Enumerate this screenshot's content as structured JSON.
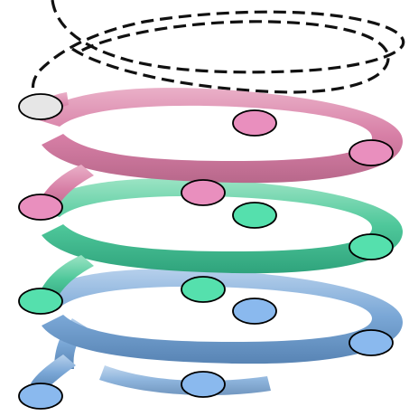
{
  "diagram": {
    "kind": "stacked-helix-coils",
    "coils": [
      {
        "name": "pink",
        "color": "#d77fa6",
        "color_dark": "#b8688b",
        "color_light": "#eab0c8"
      },
      {
        "name": "green",
        "color": "#4ec79a",
        "color_dark": "#2fa37c",
        "color_light": "#9be4c4"
      },
      {
        "name": "blue",
        "color": "#7aa7d6",
        "color_dark": "#5884b4",
        "color_light": "#b6d0ec"
      }
    ],
    "node_colors": {
      "pink": "#e98fbe",
      "green": "#55e0ad",
      "blue": "#8ab9ee",
      "empty": "#e6e6e6",
      "outline": "#000000"
    },
    "next_coil_style": "dashed-outline"
  }
}
